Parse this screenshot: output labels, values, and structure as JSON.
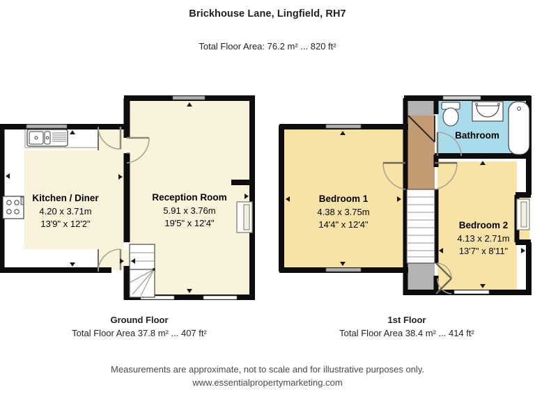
{
  "header": {
    "title": "Brickhouse Lane, Lingfield, RH7",
    "total_area": "Total Floor Area: 76.2 m² ... 820 ft²"
  },
  "floors": [
    {
      "key": "ground",
      "name": "Ground Floor",
      "area": "Total Floor Area 37.8 m² ... 407 ft²",
      "rooms": [
        {
          "key": "kitchen",
          "name": "Kitchen / Diner",
          "dim_metric": "4.20 x 3.71m",
          "dim_imperial": "13'9\" x 12'2\"",
          "fill": "#faf3dc"
        },
        {
          "key": "reception",
          "name": "Reception Room",
          "dim_metric": "5.91 x 3.76m",
          "dim_imperial": "19'5\" x 12'4\"",
          "fill": "#faf3dc"
        }
      ],
      "fixtures": [
        "sink-icon",
        "hob-icon",
        "staircase-icon"
      ]
    },
    {
      "key": "first",
      "name": "1st Floor",
      "area": "Total Floor Area 38.4 m² ... 414 ft²",
      "rooms": [
        {
          "key": "bedroom1",
          "name": "Bedroom 1",
          "dim_metric": "4.38 x 3.75m",
          "dim_imperial": "14'4\" x 12'4\"",
          "fill": "#f7e3a6"
        },
        {
          "key": "bedroom2",
          "name": "Bedroom 2",
          "dim_metric": "4.13 x 2.71m",
          "dim_imperial": "13'7\" x 8'11\"",
          "fill": "#f7e3a6"
        },
        {
          "key": "bathroom",
          "name": "Bathroom",
          "dim_metric": "",
          "dim_imperial": "",
          "fill": "#a9dceb"
        }
      ],
      "fixtures": [
        "toilet-icon",
        "basin-icon",
        "bathtub-icon",
        "staircase-icon"
      ]
    }
  ],
  "footer": {
    "line1": "Measurements are approximate, not to scale and for illustrative purposes only.",
    "line2": "www.essentialpropertymarketing.com"
  },
  "colors": {
    "wall": "#0d0d0d",
    "ground_fill": "#faf3dc",
    "bedroom_fill": "#f7e3a6",
    "bathroom_fill": "#a9dceb",
    "landing_fill": "#c49a72",
    "void_fill": "#b3b3b3",
    "window": "#b0b0b0",
    "text": "#231f20"
  }
}
